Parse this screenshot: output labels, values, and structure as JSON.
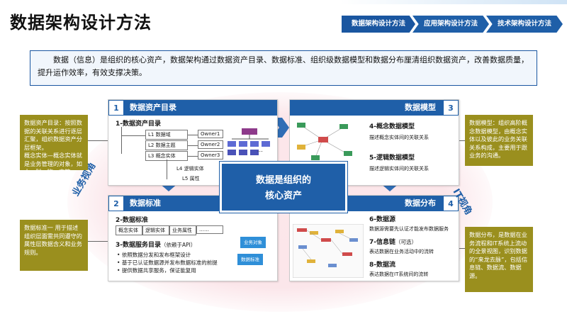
{
  "title": "数据架构设计方法",
  "nav": [
    "数据架构设计方法",
    "应用架构设计方法",
    "技术架构设计方法"
  ],
  "intro": "数据（信息）是组织的核心资产，数据架构通过数据资产目录、数据标准、组织级数据模型和数据分布厘清组织数据资产，改善数据质量，提升运作效率，有效支撑决策。",
  "center": {
    "line1": "数据是组织的",
    "line2": "核心资产"
  },
  "vertical_left": "业务视角",
  "vertical_right": "IT视角",
  "q1": {
    "num": "1",
    "title": "数据资产目录",
    "subtitle": "1-数据资产目录",
    "items": [
      "L1 数据域",
      "L2 数据主题",
      "L3 概念实体",
      "L4 逻辑实体",
      "L5 属性"
    ],
    "owners": [
      "Owner1",
      "Owner2",
      "Owner3"
    ],
    "dots": "..."
  },
  "q2": {
    "num": "2",
    "title": "数据标准",
    "subtitle": "2-数据标准",
    "cells": [
      "概念实体",
      "逻辑实体",
      "业务属性",
      "……"
    ],
    "service_title": "3-数据服务目录",
    "service_note": "（依赖于API）",
    "bullets": [
      "依照数据分发和发布框架设计",
      "基于已认证数据源并发布数据标准的前提",
      "提供数据共享服务，保证能复用"
    ],
    "cards": [
      "业务对象",
      "数据标准"
    ]
  },
  "q3": {
    "num": "3",
    "title": "数据模型",
    "m1_title": "4-概念数据模型",
    "m1_desc": "描述概念实体间的关联关系",
    "m2_title": "5-逻辑数据模型",
    "m2_desc": "描述逻辑实体间的关联关系"
  },
  "q4": {
    "num": "4",
    "title": "数据分布",
    "d1_title": "6-数据源",
    "d1_desc": "数据源需要先认证才能发布数据服务",
    "d2_title": "7-信息链",
    "d2_note": "（可选）",
    "d2_desc": "表达数据在业务活动中的流转",
    "d3_title": "8-数据流",
    "d3_desc": "表达数据在IT系统间的流转"
  },
  "side1": "数据资产目录：按照数据的关联关系进行逐层汇聚，组织数据资产分层框架。\n概念实体—概念实体就是业务管理的对象，如人、财、物、事等。",
  "side2": "数据标准一 用于描述组织层面需共同遵守的属性层数据含义和业务规则。",
  "side3": "数据模型：组织高阶概念数据模型，由概念实体以及彼此的业务关联关系构成，主要用于跟业务的沟通。",
  "side4": "数据分布，是数据在业务流程和IT系统上流动的全景视图，识别数据的“来龙去脉”，包括信息链、数据流、数据源。",
  "colors": {
    "primary": "#1f5fa8",
    "olive": "#9a8f1e",
    "halo": "#fbe6ea"
  }
}
